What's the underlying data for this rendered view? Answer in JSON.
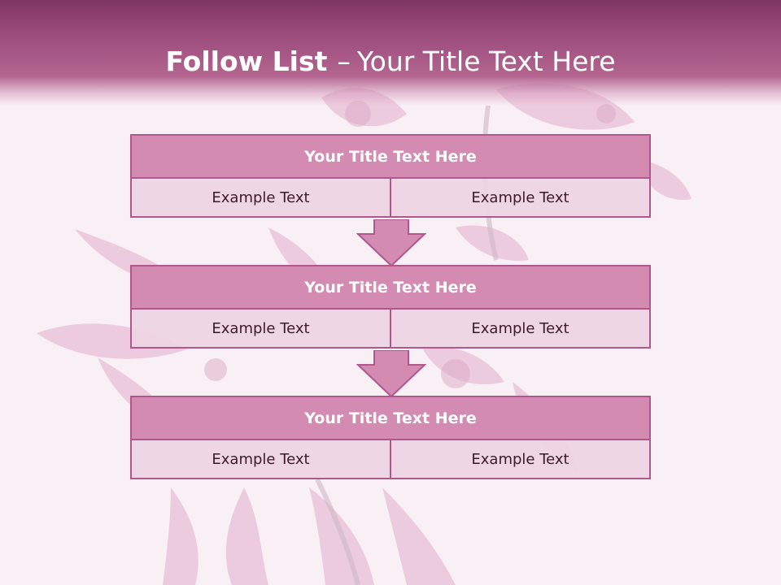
{
  "slide": {
    "title_bold": "Follow List",
    "title_separator": "–",
    "title_rest": "Your Title Text Here"
  },
  "steps": [
    {
      "title": "Your Title Text Here",
      "left": "Example Text",
      "right": "Example Text"
    },
    {
      "title": "Your Title Text Here",
      "left": "Example Text",
      "right": "Example Text"
    },
    {
      "title": "Your Title Text Here",
      "left": "Example Text",
      "right": "Example Text"
    }
  ],
  "colors": {
    "header": "#9a4a7c",
    "block_title_fill": "#d38bb2",
    "block_border": "#b0588d",
    "cell_fill": "#eed4e2",
    "arrow_fill": "#d38bb2"
  }
}
